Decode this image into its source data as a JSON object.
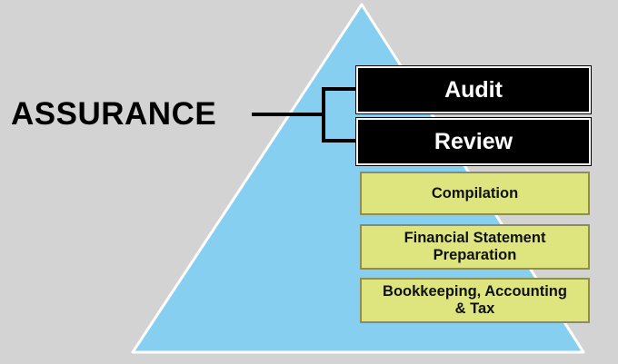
{
  "diagram": {
    "group_label": "ASSURANCE",
    "tiers": [
      {
        "label": "Audit"
      },
      {
        "label": "Review"
      },
      {
        "label": "Compilation"
      },
      {
        "label": "Financial Statement Preparation"
      },
      {
        "label": "Bookkeeping, Accounting & Tax"
      }
    ]
  },
  "colors": {
    "background": "#d3d3d3",
    "pyramid_fill": "#86cff1",
    "assurance_box_fill": "#000000",
    "assurance_box_text": "#ffffff",
    "service_box_fill": "#dee57e",
    "service_box_text": "#111111"
  }
}
